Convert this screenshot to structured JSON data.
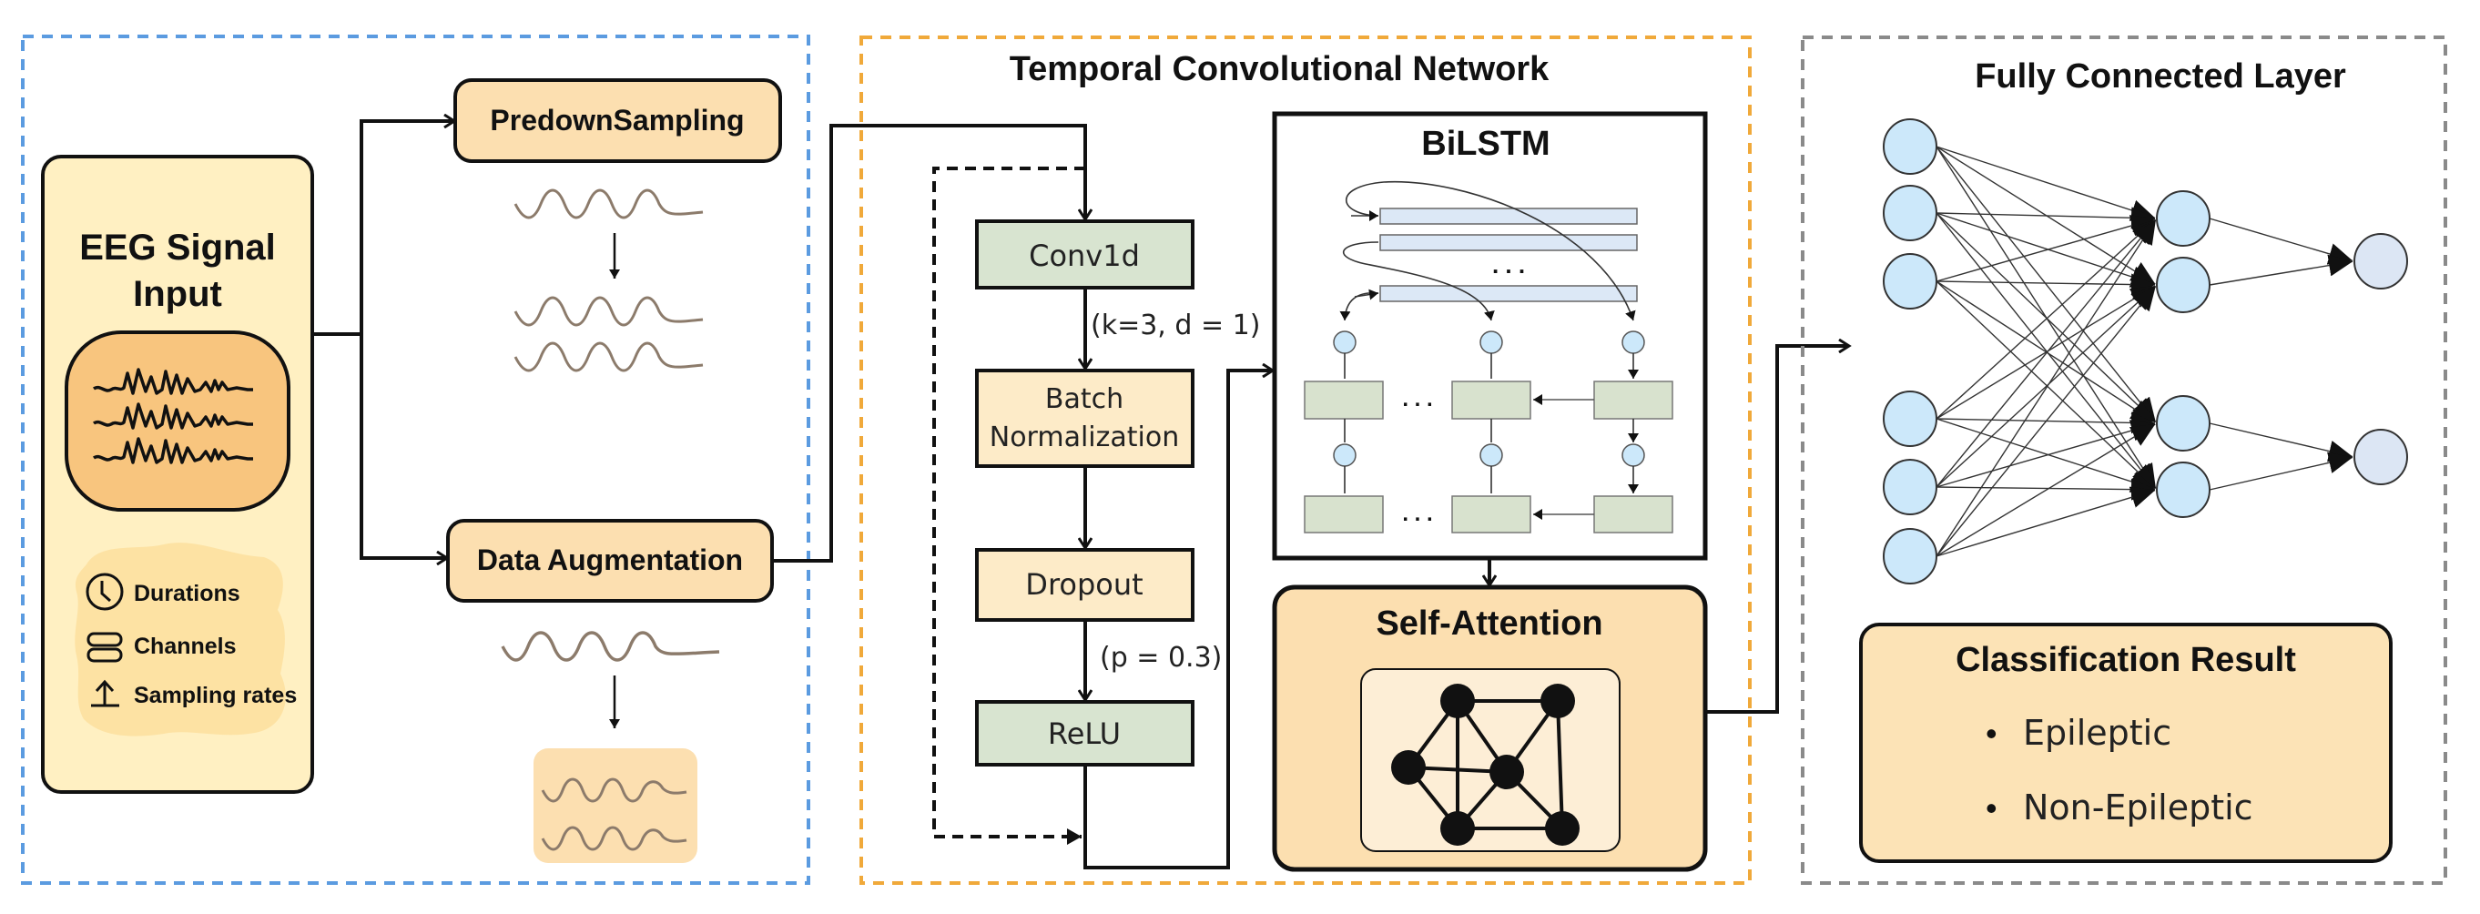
{
  "colors": {
    "input_panel_border": "#5B9BE0",
    "tcn_panel_border": "#F0A93A",
    "fc_panel_border": "#8A8A8A",
    "eeg_box_fill": "#FFF0C2",
    "eeg_wave_box_fill": "#F8C57E",
    "legend_blob_fill": "#FDDF9E",
    "process_box_fill": "#FCDFB0",
    "green_box_fill": "#D8E4D0",
    "cream_box_fill": "#FDEBC8",
    "bilstm_bar_fill": "#DCE8F6",
    "bilstm_cell_fill": "#D8E2CE",
    "node_fill": "#CCE8FA",
    "output_node_fill": "#DCE6F4",
    "wave_color": "#8C7B6B",
    "attention_fill": "#FCDFB0",
    "attention_inner_fill": "#FDEED6",
    "classification_fill": "#FCE3B6"
  },
  "input_section": {
    "eeg_box": {
      "title_line1": "EEG Signal",
      "title_line2": "Input",
      "legend": [
        {
          "icon": "clock-icon",
          "label": "Durations"
        },
        {
          "icon": "channels-icon",
          "label": "Channels"
        },
        {
          "icon": "upload-arrow-icon",
          "label": "Sampling rates"
        }
      ]
    },
    "predownsampling_label": "PredownSampling",
    "data_augmentation_label": "Data Augmentation"
  },
  "tcn_section": {
    "title": "Temporal Convolutional Network",
    "blocks": [
      {
        "label": "Conv1d",
        "style": "green"
      },
      {
        "label_line1": "Batch",
        "label_line2": "Normalization",
        "style": "cream"
      },
      {
        "label": "Dropout",
        "style": "cream"
      },
      {
        "label": "ReLU",
        "style": "green"
      }
    ],
    "conv_params": "(k=3, d = 1)",
    "dropout_params": "(p = 0.3)",
    "bilstm": {
      "title": "BiLSTM",
      "ellipsis": ". . ."
    },
    "attention": {
      "title": "Self-Attention"
    }
  },
  "fc_section": {
    "title": "Fully Connected Layer",
    "layers": {
      "input_nodes": 6,
      "hidden_nodes": 4,
      "output_nodes": 2
    },
    "classification": {
      "title": "Classification Result",
      "items": [
        "Epileptic",
        "Non-Epileptic"
      ],
      "bullet": "•"
    }
  }
}
